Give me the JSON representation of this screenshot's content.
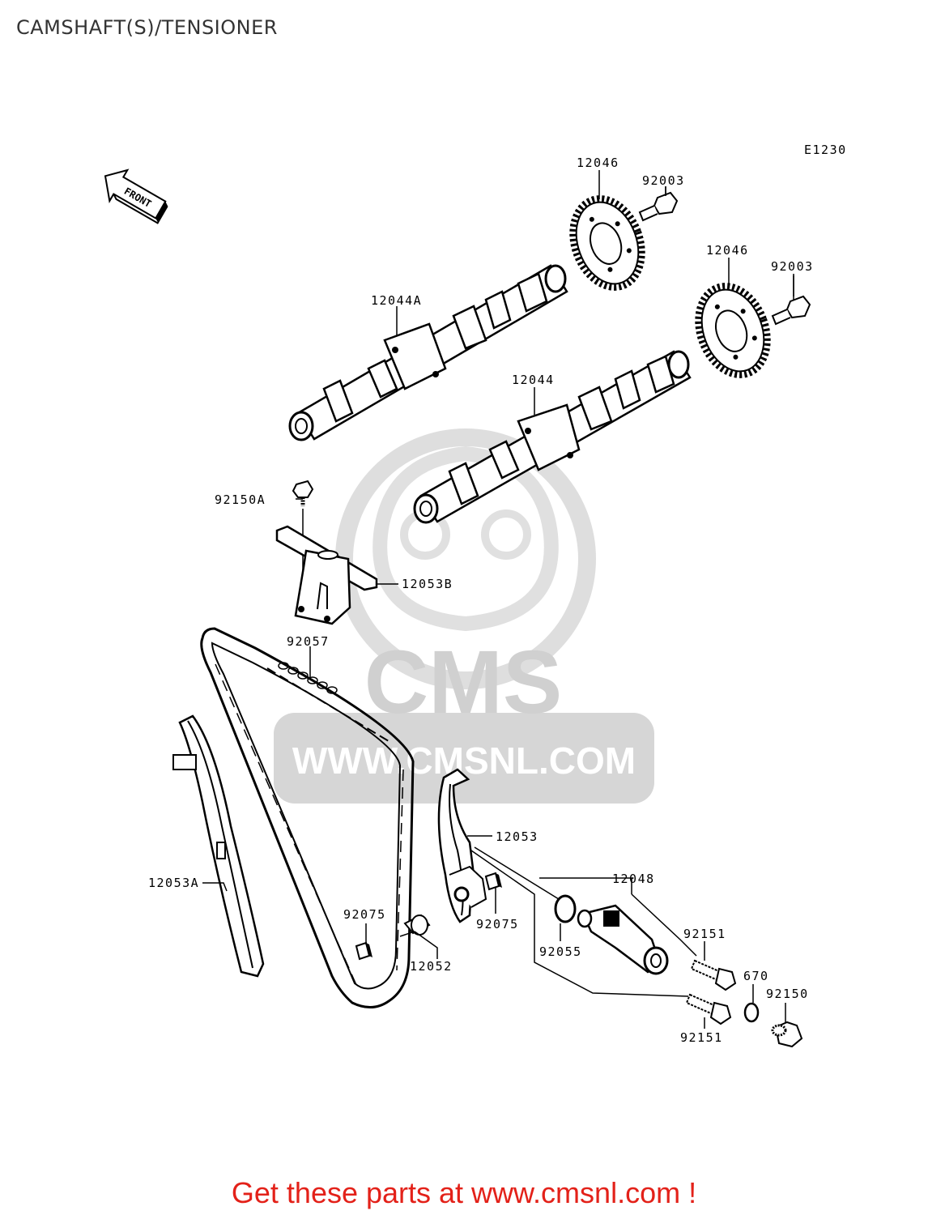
{
  "title": "CAMSHAFT(S)/TENSIONER",
  "diagram_code": "E1230",
  "front_label": "FRONT",
  "watermark": {
    "brand": "CMS",
    "url": "WWW.CMSNL.COM"
  },
  "parts": {
    "sprocket_upper": "12046",
    "bolt_upper": "92003",
    "sprocket_lower": "12046",
    "bolt_lower": "92003",
    "camshaft_a": "12044A",
    "camshaft": "12044",
    "bolt_guide_top": "92150A",
    "guide_top": "12053B",
    "chain": "92057",
    "guide_front": "12053A",
    "guide_rear": "12053",
    "tensioner": "12048",
    "damper_left": "92075",
    "damper_right": "92075",
    "pin": "12052",
    "oring_tensioner": "92055",
    "bolt_tensioner_upper": "92151",
    "gasket": "670",
    "plug_bolt": "92150",
    "bolt_tensioner_lower": "92151"
  },
  "footer": "Get these parts at www.cmsnl.com !",
  "colors": {
    "footer": "#e32119",
    "title": "#333333",
    "watermark": "#d9d9d9"
  }
}
